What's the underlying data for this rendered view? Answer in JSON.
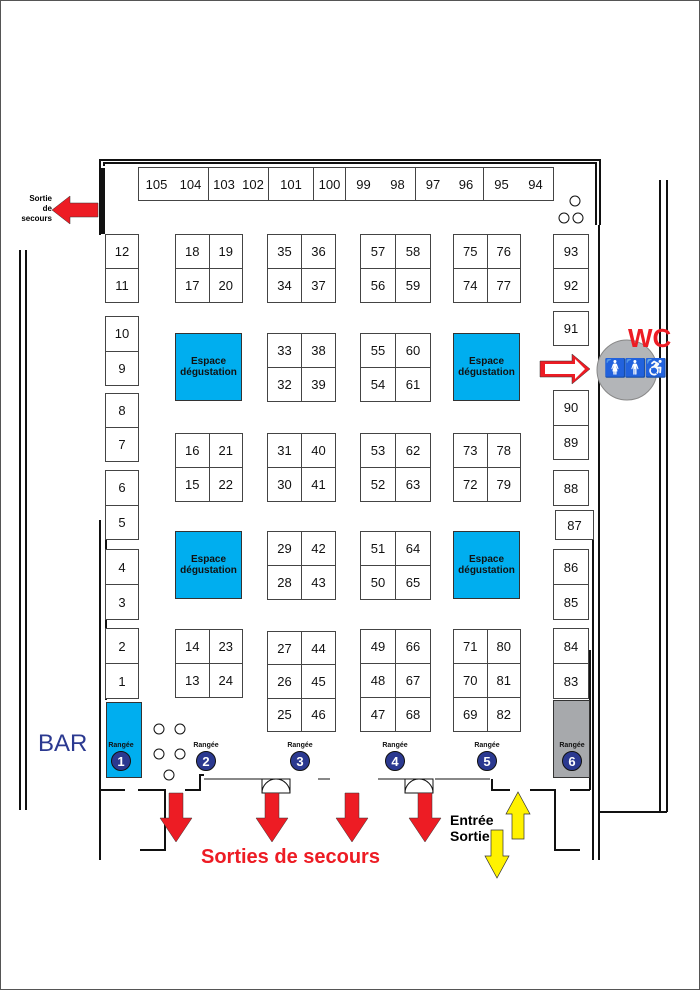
{
  "booth_groups": [
    {
      "rows": [
        [
          "105",
          "104"
        ]
      ]
    },
    {
      "rows": [
        [
          "103",
          "102"
        ]
      ]
    },
    {
      "rows": [
        [
          "101"
        ]
      ]
    },
    {
      "rows": [
        [
          "100"
        ]
      ]
    },
    {
      "rows": [
        [
          "99",
          "98"
        ]
      ]
    },
    {
      "rows": [
        [
          "97",
          "96"
        ]
      ]
    },
    {
      "rows": [
        [
          "95",
          "94"
        ]
      ]
    },
    {
      "rows": [
        [
          "12"
        ],
        [
          "11"
        ]
      ]
    },
    {
      "rows": [
        [
          "10"
        ],
        [
          "9"
        ]
      ]
    },
    {
      "rows": [
        [
          "8"
        ],
        [
          "7"
        ]
      ]
    },
    {
      "rows": [
        [
          "6"
        ],
        [
          "5"
        ]
      ]
    },
    {
      "rows": [
        [
          "4"
        ],
        [
          "3"
        ]
      ]
    },
    {
      "rows": [
        [
          "2"
        ],
        [
          "1"
        ]
      ]
    },
    {
      "rows": [
        [
          "18",
          "19"
        ],
        [
          "17",
          "20"
        ]
      ]
    },
    {
      "rows": [
        [
          "16",
          "21"
        ],
        [
          "15",
          "22"
        ]
      ]
    },
    {
      "rows": [
        [
          "14",
          "23"
        ],
        [
          "13",
          "24"
        ]
      ]
    },
    {
      "rows": [
        [
          "35",
          "36"
        ],
        [
          "34",
          "37"
        ]
      ]
    },
    {
      "rows": [
        [
          "33",
          "38"
        ],
        [
          "32",
          "39"
        ]
      ]
    },
    {
      "rows": [
        [
          "31",
          "40"
        ],
        [
          "30",
          "41"
        ]
      ]
    },
    {
      "rows": [
        [
          "29",
          "42"
        ],
        [
          "28",
          "43"
        ]
      ]
    },
    {
      "rows": [
        [
          "27",
          "44"
        ],
        [
          "26",
          "45"
        ],
        [
          "25",
          "46"
        ]
      ]
    },
    {
      "rows": [
        [
          "57",
          "58"
        ],
        [
          "56",
          "59"
        ]
      ]
    },
    {
      "rows": [
        [
          "55",
          "60"
        ],
        [
          "54",
          "61"
        ]
      ]
    },
    {
      "rows": [
        [
          "53",
          "62"
        ],
        [
          "52",
          "63"
        ]
      ]
    },
    {
      "rows": [
        [
          "51",
          "64"
        ],
        [
          "50",
          "65"
        ]
      ]
    },
    {
      "rows": [
        [
          "49",
          "66"
        ],
        [
          "48",
          "67"
        ],
        [
          "47",
          "68"
        ]
      ]
    },
    {
      "rows": [
        [
          "75",
          "76"
        ],
        [
          "74",
          "77"
        ]
      ]
    },
    {
      "rows": [
        [
          "73",
          "78"
        ],
        [
          "72",
          "79"
        ]
      ]
    },
    {
      "rows": [
        [
          "71",
          "80"
        ],
        [
          "70",
          "81"
        ],
        [
          "69",
          "82"
        ]
      ]
    },
    {
      "rows": [
        [
          "93"
        ],
        [
          "92"
        ]
      ]
    },
    {
      "rows": [
        [
          "91"
        ]
      ]
    },
    {
      "rows": [
        [
          "90"
        ],
        [
          "89"
        ]
      ]
    },
    {
      "rows": [
        [
          "88"
        ]
      ]
    },
    {
      "rows": [
        [
          "87"
        ]
      ]
    },
    {
      "rows": [
        [
          "86"
        ],
        [
          "85"
        ]
      ]
    },
    {
      "rows": [
        [
          "84"
        ],
        [
          "83"
        ]
      ]
    }
  ],
  "espace": {
    "line1": "Espace",
    "line2": "dégustation"
  },
  "rangee_label": "Rangée",
  "rangees": [
    "1",
    "2",
    "3",
    "4",
    "5",
    "6"
  ],
  "bar_label": "BAR",
  "wc_label": "WC",
  "wc_icons": "restroom-accessible-icon",
  "emergency_exit_left": {
    "line1": "Sortie",
    "line2": "de",
    "line3": "secours"
  },
  "emergency_exits_label": "Sorties de secours",
  "entrance": {
    "line1": "Entrée",
    "line2": "Sortie"
  },
  "colors": {
    "blue": "#00aeef",
    "navy": "#2b3990",
    "red": "#ed1c24",
    "yellow": "#fff200",
    "gray": "#a7a9ac"
  }
}
